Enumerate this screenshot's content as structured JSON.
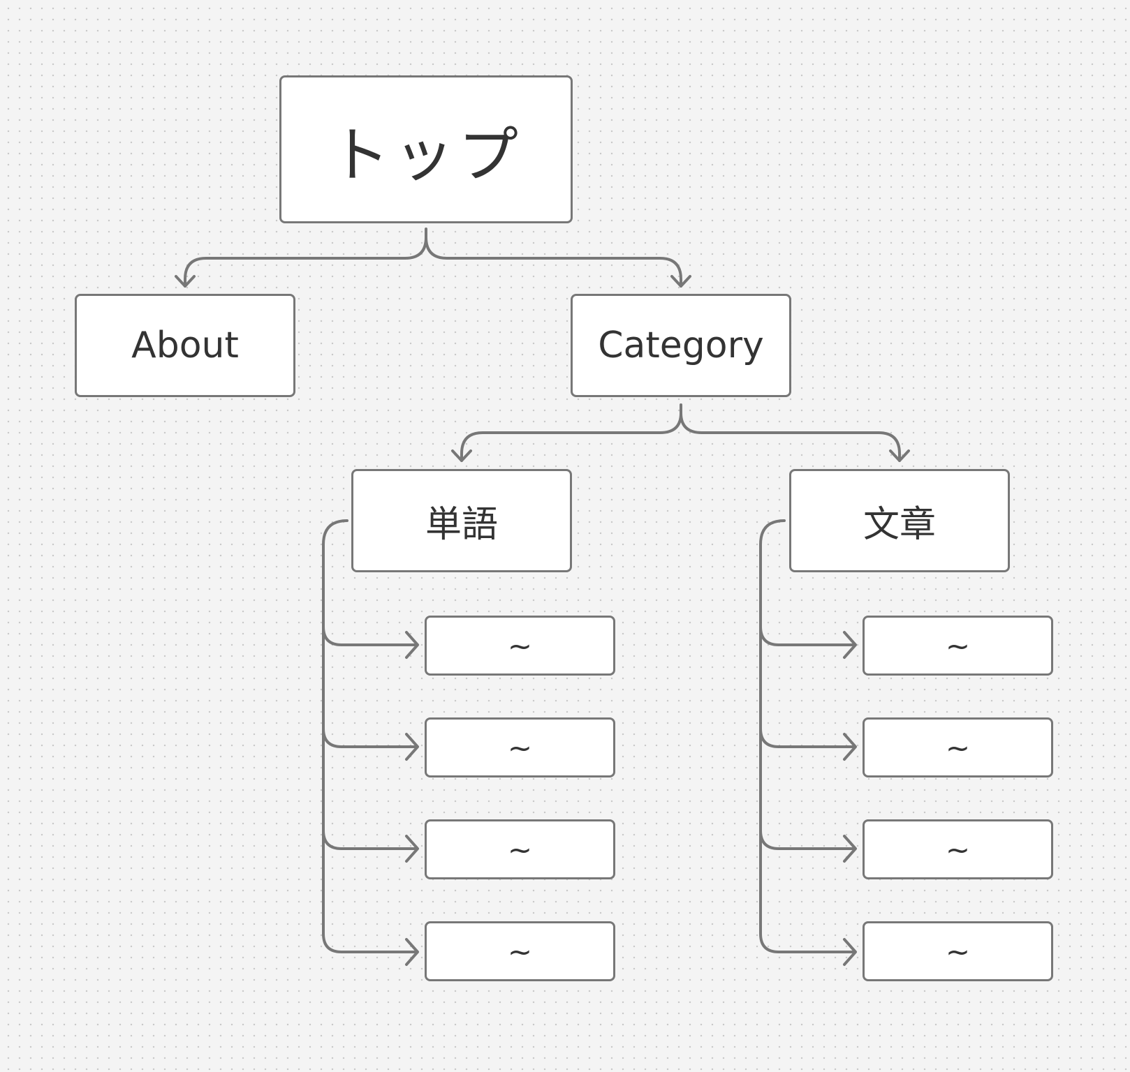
{
  "diagram": {
    "root": {
      "label": "トップ"
    },
    "about": {
      "label": "About"
    },
    "category": {
      "label": "Category"
    },
    "words": {
      "label": "単語",
      "children": [
        {
          "label": "~"
        },
        {
          "label": "~"
        },
        {
          "label": "~"
        },
        {
          "label": "~"
        }
      ]
    },
    "sentences": {
      "label": "文章",
      "children": [
        {
          "label": "~"
        },
        {
          "label": "~"
        },
        {
          "label": "~"
        },
        {
          "label": "~"
        }
      ]
    },
    "colors": {
      "background": "#f4f4f4",
      "grid_dot": "#c9c9c9",
      "node_fill": "#ffffff",
      "node_border": "#777777",
      "connector": "#777777",
      "text": "#333333"
    }
  }
}
